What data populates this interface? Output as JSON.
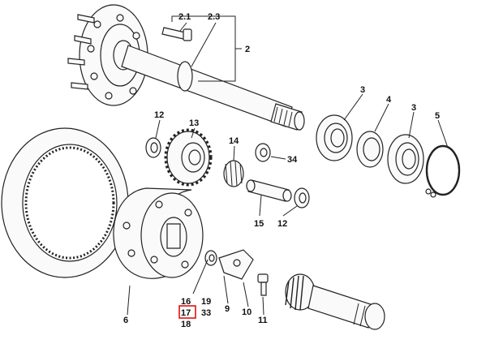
{
  "callouts": {
    "c2_1": "2.1",
    "c2_3": "2.3",
    "c2": "2",
    "c3a": "3",
    "c4": "4",
    "c3b": "3",
    "c5": "5",
    "c12a": "12",
    "c13": "13",
    "c14": "14",
    "c34": "34",
    "c15": "15",
    "c12b": "12",
    "c6": "6",
    "c16": "16",
    "c19": "19",
    "c17": "17",
    "c33": "33",
    "c18": "18",
    "c9": "9",
    "c10": "10",
    "c11": "11"
  },
  "highlight_color": "#e01010",
  "highlighted_callout": "17"
}
